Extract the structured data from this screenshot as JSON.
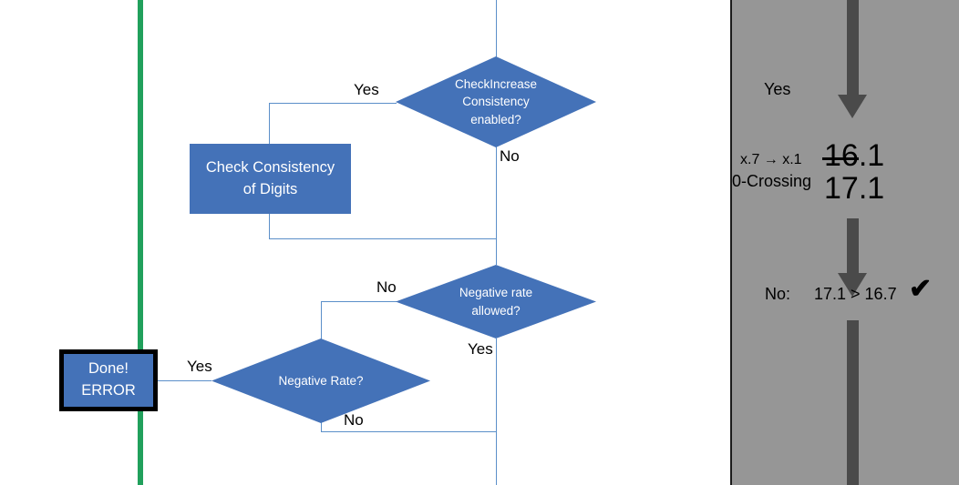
{
  "flowchart": {
    "green_guide_color": "#21a05c",
    "node_fill": "#4472b8",
    "connector_color": "#5b8fc9",
    "nodes": {
      "check_increase": {
        "label": "CheckIncrease\nConsistency\nenabled?",
        "line1": "CheckIncrease",
        "line2": "Consistency",
        "line3": "enabled?"
      },
      "check_consistency_box": {
        "line1": "Check Consistency",
        "line2": "of Digits"
      },
      "negative_rate_allowed": {
        "line1": "Negative rate",
        "line2": "allowed?"
      },
      "negative_rate": {
        "label": "Negative Rate?"
      },
      "done_error": {
        "line1": "Done!",
        "line2": "ERROR"
      }
    },
    "edge_labels": {
      "check_increase_yes": "Yes",
      "check_increase_no": "No",
      "negative_allowed_no": "No",
      "negative_allowed_yes": "Yes",
      "negative_rate_yes": "Yes",
      "negative_rate_no": "No"
    }
  },
  "right_panel": {
    "background_color": "#969696",
    "arrow_color": "#4a4a4a",
    "yes_label": "Yes",
    "mapping_label": "x.7 → x.1",
    "crossing_label": "0-Crossing",
    "value_old": "16",
    "value_old_suffix": ".1",
    "value_new": "17.1",
    "no_label": "No:",
    "comparison": "17.1 > 16.7",
    "check_icon": "✔"
  }
}
